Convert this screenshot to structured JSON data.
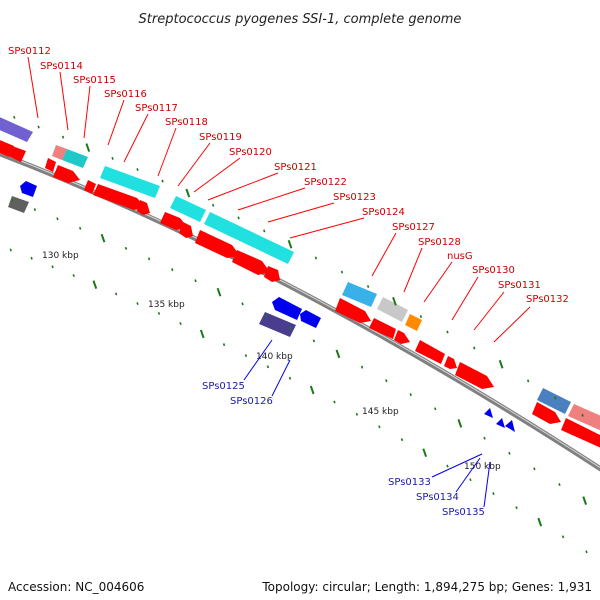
{
  "title": "Streptococcus pyogenes SSI-1, complete genome",
  "footer": {
    "accession": "Accession: NC_004606",
    "topology": "Topology: circular; Length: 1,894,275 bp; Genes: 1,931"
  },
  "colors": {
    "forward_gene": "#ff0000",
    "reverse_gene": "#0000ee",
    "forward_label": "#cc0000",
    "reverse_label": "#1a1aaa",
    "backbone": "#808080",
    "tick": "#1a7a1a",
    "cyan": "#20e0e0",
    "purple": "#7060d0",
    "pink": "#f08080",
    "orange": "#ff8c00",
    "gray": "#c0c0c0"
  },
  "scale_labels": [
    "130 kbp",
    "135 kbp",
    "140 kbp",
    "145 kbp",
    "150 kbp"
  ],
  "forward_labels": [
    "SPs0112",
    "SPs0114",
    "SPs0115",
    "SPs0116",
    "SPs0117",
    "SPs0118",
    "SPs0119",
    "SPs0120",
    "SPs0121",
    "SPs0122",
    "SPs0123",
    "SPs0124",
    "SPs0127",
    "SPs0128",
    "nusG",
    "SPs0130",
    "SPs0131",
    "SPs0132"
  ],
  "reverse_labels": [
    "SPs0125",
    "SPs0126",
    "SPs0133",
    "SPs0134",
    "SPs0135"
  ]
}
